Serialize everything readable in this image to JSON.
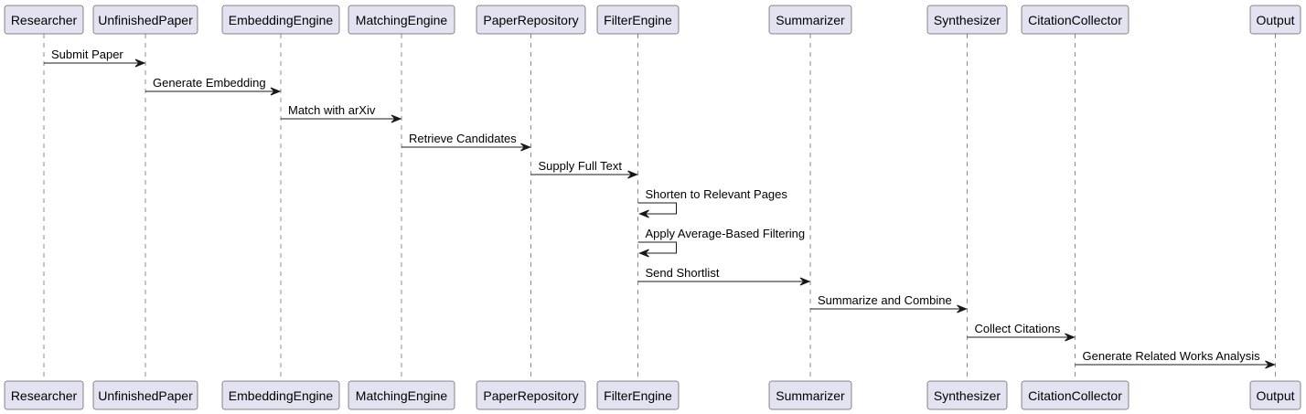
{
  "diagram": {
    "type": "sequence",
    "participants": [
      {
        "id": "researcher",
        "label": "Researcher"
      },
      {
        "id": "unfinished",
        "label": "UnfinishedPaper"
      },
      {
        "id": "embedding",
        "label": "EmbeddingEngine"
      },
      {
        "id": "matching",
        "label": "MatchingEngine"
      },
      {
        "id": "repository",
        "label": "PaperRepository"
      },
      {
        "id": "filter",
        "label": "FilterEngine"
      },
      {
        "id": "summarizer",
        "label": "Summarizer"
      },
      {
        "id": "synthesizer",
        "label": "Synthesizer"
      },
      {
        "id": "citation",
        "label": "CitationCollector"
      },
      {
        "id": "output",
        "label": "Output"
      }
    ],
    "messages": [
      {
        "from": "researcher",
        "to": "unfinished",
        "label": "Submit Paper"
      },
      {
        "from": "unfinished",
        "to": "embedding",
        "label": "Generate Embedding"
      },
      {
        "from": "embedding",
        "to": "matching",
        "label": "Match with arXiv"
      },
      {
        "from": "matching",
        "to": "repository",
        "label": "Retrieve Candidates"
      },
      {
        "from": "repository",
        "to": "filter",
        "label": "Supply Full Text"
      },
      {
        "from": "filter",
        "to": "filter",
        "label": "Shorten to Relevant Pages"
      },
      {
        "from": "filter",
        "to": "filter",
        "label": "Apply Average-Based Filtering"
      },
      {
        "from": "filter",
        "to": "summarizer",
        "label": "Send Shortlist"
      },
      {
        "from": "summarizer",
        "to": "synthesizer",
        "label": "Summarize and Combine"
      },
      {
        "from": "synthesizer",
        "to": "citation",
        "label": "Collect Citations"
      },
      {
        "from": "citation",
        "to": "output",
        "label": "Generate Related Works Analysis"
      }
    ]
  }
}
